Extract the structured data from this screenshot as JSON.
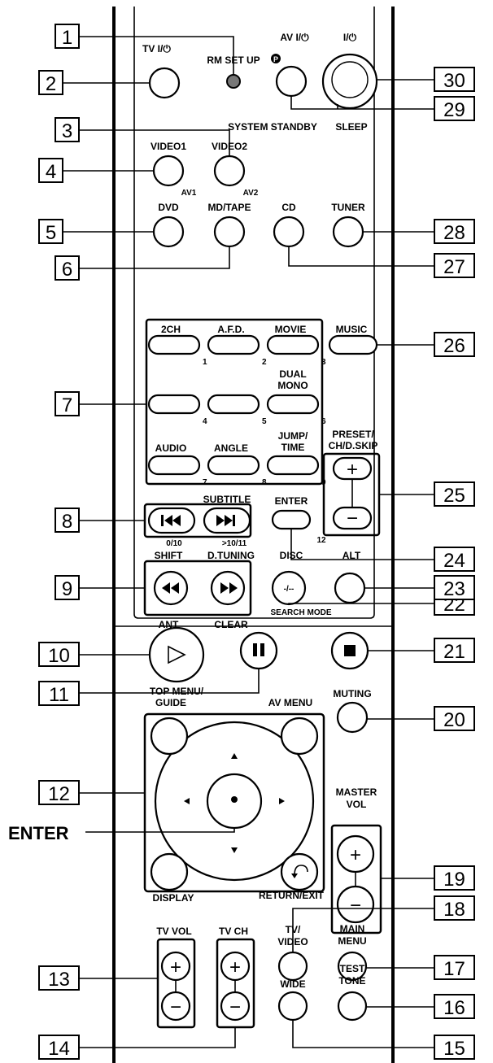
{
  "callouts": [
    {
      "id": "c1",
      "text": "1"
    },
    {
      "id": "c2",
      "text": "2"
    },
    {
      "id": "c3",
      "text": "3"
    },
    {
      "id": "c4",
      "text": "4"
    },
    {
      "id": "c5",
      "text": "5"
    },
    {
      "id": "c6",
      "text": "6"
    },
    {
      "id": "c7",
      "text": "7"
    },
    {
      "id": "c8",
      "text": "8"
    },
    {
      "id": "c9",
      "text": "9"
    },
    {
      "id": "c10",
      "text": "10"
    },
    {
      "id": "c11",
      "text": "11"
    },
    {
      "id": "c12",
      "text": "12"
    },
    {
      "id": "c13",
      "text": "13"
    },
    {
      "id": "c14",
      "text": "14"
    },
    {
      "id": "c15",
      "text": "15"
    },
    {
      "id": "c16",
      "text": "16"
    },
    {
      "id": "c17",
      "text": "17"
    },
    {
      "id": "c18",
      "text": "18"
    },
    {
      "id": "c19",
      "text": "19"
    },
    {
      "id": "c20",
      "text": "20"
    },
    {
      "id": "c21",
      "text": "21"
    },
    {
      "id": "c22",
      "text": "22"
    },
    {
      "id": "c23",
      "text": "23"
    },
    {
      "id": "c24",
      "text": "24"
    },
    {
      "id": "c25",
      "text": "25"
    },
    {
      "id": "c26",
      "text": "26"
    },
    {
      "id": "c27",
      "text": "27"
    },
    {
      "id": "c28",
      "text": "28"
    },
    {
      "id": "c29",
      "text": "29"
    },
    {
      "id": "c30",
      "text": "30"
    }
  ],
  "enter_callout": "ENTER",
  "labels": {
    "tv": "TV I/⏻",
    "rm_set_up": "RM SET UP",
    "av_power": "AV I/⏻",
    "power": "I/⏻",
    "p_mark": "P",
    "system_standby": "SYSTEM STANDBY",
    "sleep": "SLEEP",
    "video1": "VIDEO1",
    "video2": "VIDEO2",
    "av1": "AV1",
    "av2": "AV2",
    "dvd": "DVD",
    "md_tape": "MD/TAPE",
    "cd": "CD",
    "tuner": "TUNER",
    "ch2": "2CH",
    "afd": "A.F.D.",
    "movie": "MOVIE",
    "music": "MUSIC",
    "dual": "DUAL",
    "mono": "MONO",
    "audio": "AUDIO",
    "angle": "ANGLE",
    "jump": "JUMP/",
    "time": "TIME",
    "preset": "PRESET/",
    "ch_dskip": "CH/D.SKIP",
    "n1": "1",
    "n2": "2",
    "n3": "3",
    "n4": "4",
    "n5": "5",
    "n6": "6",
    "n7": "7",
    "n8": "8",
    "n9": "9",
    "n12": "12",
    "subtitle": "SUBTITLE",
    "enter_btn": "ENTER",
    "n010": "0/10",
    "n1011": ">10/11",
    "shift": "SHIFT",
    "dtuning": "D.TUNING",
    "disc": "DISC",
    "alt": "ALT",
    "ant": "ANT",
    "clear": "CLEAR",
    "search_mode": "SEARCH MODE",
    "dash": "-/--",
    "top_menu": "TOP MENU/",
    "guide": "GUIDE",
    "av_menu": "AV MENU",
    "muting": "MUTING",
    "master": "MASTER",
    "vol": "VOL",
    "display": "DISPLAY",
    "return_exit": "RETURN/EXIT",
    "tv_vol": "TV VOL",
    "tv_ch": "TV CH",
    "tv_slash": "TV/",
    "video": "VIDEO",
    "main": "MAIN",
    "menu": "MENU",
    "test": "TEST",
    "tone": "TONE",
    "wide": "WIDE",
    "plus": "+",
    "minus": "−"
  }
}
